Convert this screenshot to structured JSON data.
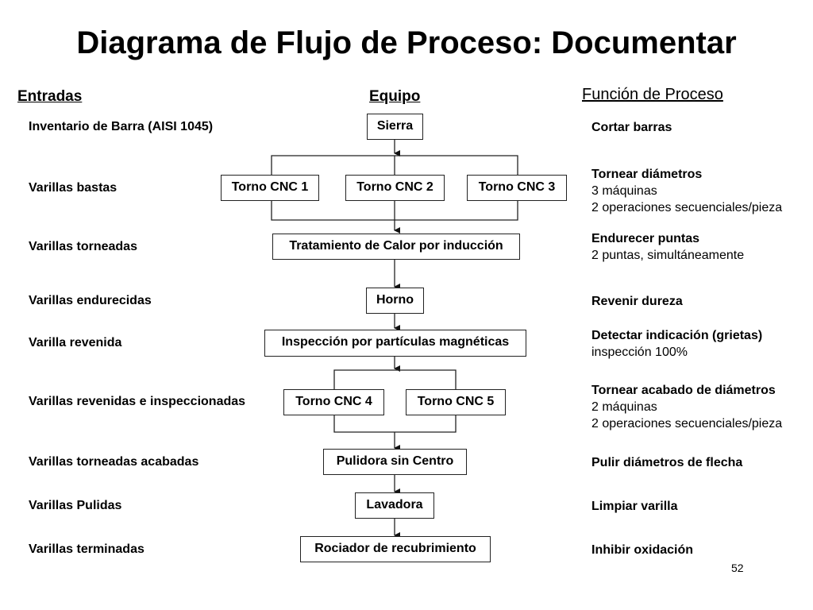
{
  "title": "Diagrama de Flujo de Proceso: Documentar",
  "headers": {
    "inputs": "Entradas",
    "equipment": "Equipo",
    "function": "Función de Proceso"
  },
  "inputs": [
    "Inventario de Barra (AISI 1045)",
    "Varillas bastas",
    "Varillas torneadas",
    "Varillas endurecidas",
    "Varilla revenida",
    "Varillas revenidas e inspeccionadas",
    "Varillas torneadas acabadas",
    "Varillas Pulidas",
    "Varillas terminadas"
  ],
  "equipment": {
    "saw": "Sierra",
    "cnc1": "Torno CNC 1",
    "cnc2": "Torno CNC 2",
    "cnc3": "Torno CNC 3",
    "heat": "Tratamiento de Calor por inducción",
    "oven": "Horno",
    "inspect": "Inspección por partículas magnéticas",
    "cnc4": "Torno CNC 4",
    "cnc5": "Torno CNC 5",
    "grinder": "Pulidora sin Centro",
    "washer": "Lavadora",
    "sprayer": "Rociador de recubrimiento"
  },
  "functions": [
    {
      "lines": [
        "Cortar barras"
      ]
    },
    {
      "lines": [
        "Tornear diámetros",
        "3 máquinas",
        "2 operaciones secuenciales/pieza"
      ]
    },
    {
      "lines": [
        "Endurecer puntas",
        "2 puntas, simultáneamente"
      ]
    },
    {
      "lines": [
        "Revenir dureza"
      ]
    },
    {
      "lines": [
        "Detectar indicación (grietas)",
        "inspección 100%"
      ]
    },
    {
      "lines": [
        "Tornear acabado de diámetros",
        "2 máquinas",
        "2 operaciones secuenciales/pieza"
      ]
    },
    {
      "lines": [
        "Pulir diámetros de flecha"
      ]
    },
    {
      "lines": [
        "Limpiar varilla"
      ]
    },
    {
      "lines": [
        "Inhibir oxidación"
      ]
    }
  ],
  "page_number": "52"
}
